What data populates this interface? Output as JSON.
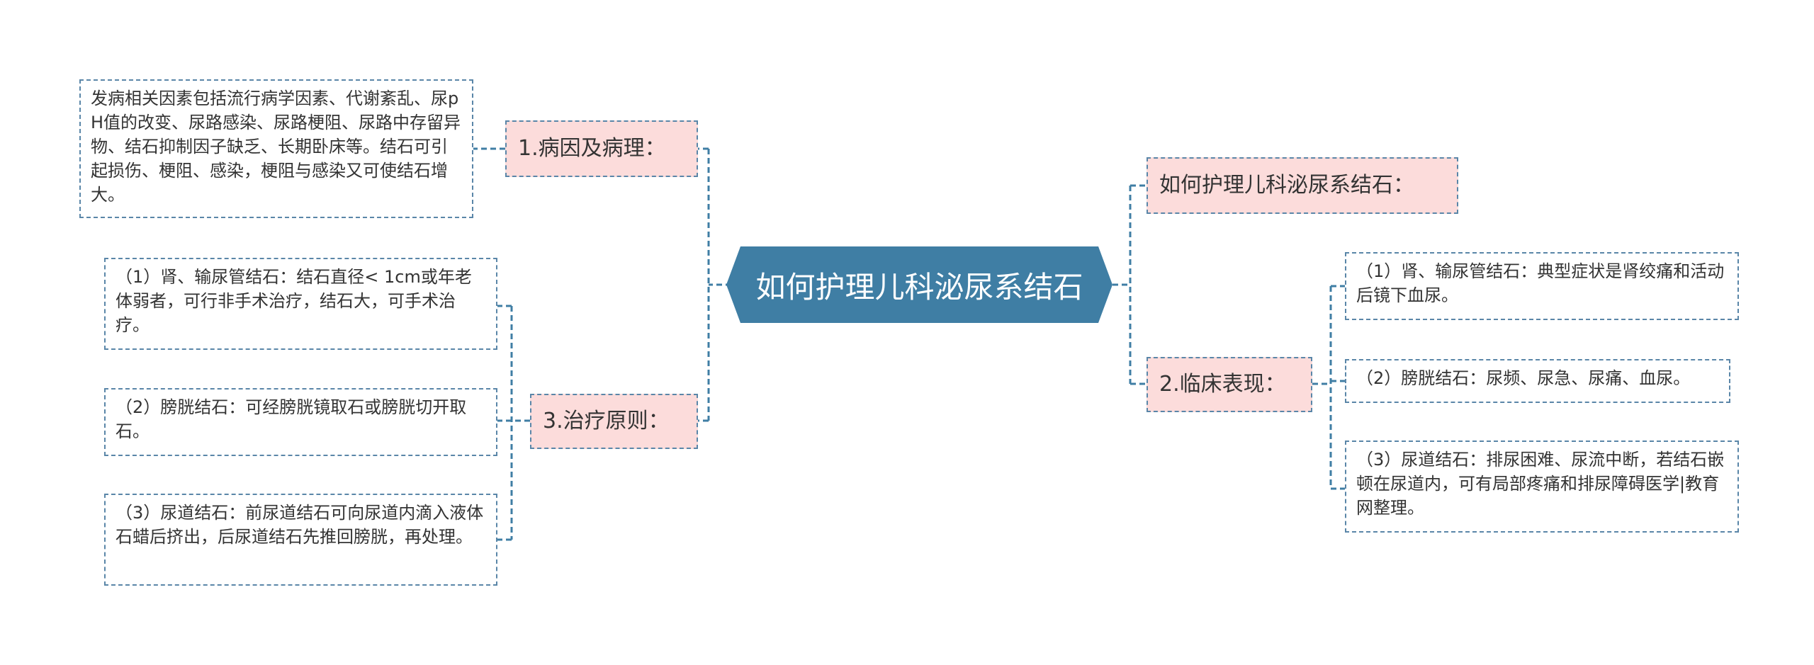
{
  "center": {
    "title": "如何护理儿科泌尿系结石"
  },
  "branches": {
    "cause": {
      "label": "1.病因及病理："
    },
    "treatment": {
      "label": "3.治疗原则："
    },
    "howto": {
      "label": "如何护理儿科泌尿系结石："
    },
    "clinical": {
      "label": "2.临床表现："
    }
  },
  "leaves": {
    "cause_text": "发病相关因素包括流行病学因素、代谢紊乱、尿pH值的改变、尿路感染、尿路梗阻、尿路中存留异物、结石抑制因子缺乏、长期卧床等。结石可引起损伤、梗阻、感染，梗阻与感染又可使结石增大。",
    "treat_1": "（1）肾、输尿管结石：结石直径< 1cm或年老体弱者，可行非手术治疗，结石大，可手术治疗。",
    "treat_2": "（2）膀胱结石：可经膀胱镜取石或膀胱切开取石。",
    "treat_3": "（3）尿道结石：前尿道结石可向尿道内滴入液体石蜡后挤出，后尿道结石先推回膀胱，再处理。",
    "clin_1": "（1）肾、输尿管结石：典型症状是肾绞痛和活动后镜下血尿。",
    "clin_2": "（2）膀胱结石：尿频、尿急、尿痛、血尿。",
    "clin_3": "（3）尿道结石：排尿困难、尿流中断，若结石嵌顿在尿道内，可有局部疼痛和排尿障碍医学|教育网整理。"
  },
  "colors": {
    "center_fill": "#3f7ea4",
    "branch_fill": "#fcdcdb",
    "line": "#3f7ea4",
    "border": "#5a86a8"
  }
}
